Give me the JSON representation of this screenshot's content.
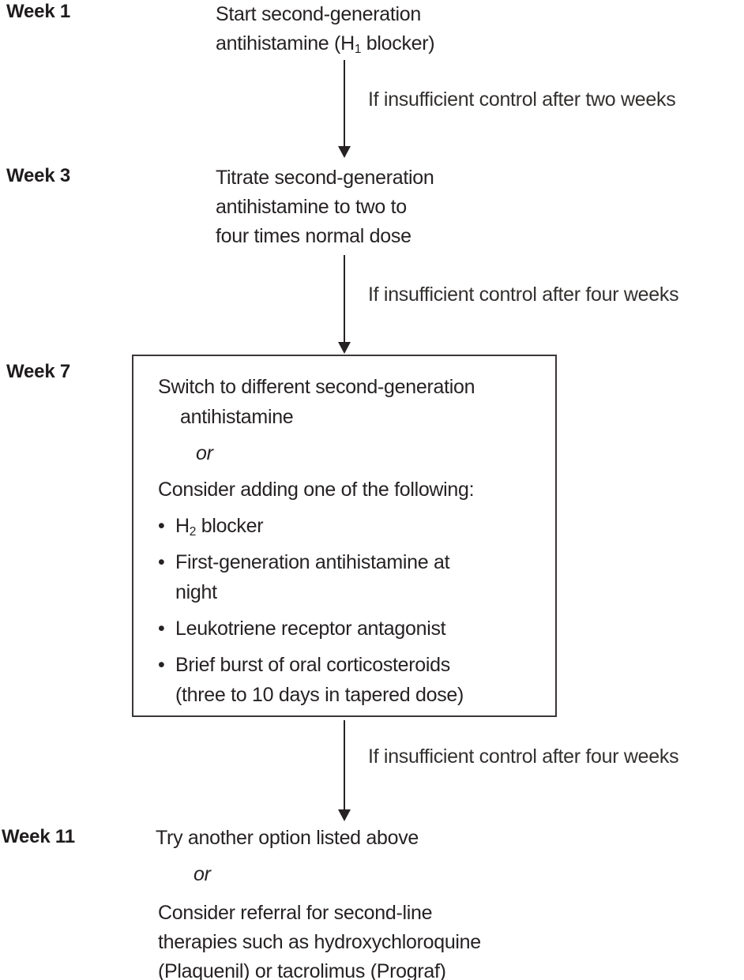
{
  "colors": {
    "background": "#ffffff",
    "text": "#262223",
    "box_border": "#3a3637"
  },
  "glyphs": {
    "bullet": "•"
  },
  "flowchart": {
    "week1": {
      "label": "Week 1",
      "line1": "Start second-generation",
      "line2_pre": "antihistamine (H",
      "line2_sub": "1",
      "line2_post": " blocker)"
    },
    "arrow1": {
      "label": "If insufficient control after two weeks"
    },
    "week3": {
      "label": "Week 3",
      "lines": [
        "Titrate second-generation",
        "antihistamine to two to",
        "four times normal dose"
      ]
    },
    "arrow2": {
      "label": "If insufficient control after four weeks"
    },
    "week7": {
      "label": "Week 7",
      "box": {
        "switch_line1": "Switch to different second-generation",
        "switch_line2": "antihistamine",
        "or": "or",
        "consider": "Consider adding one of the following:",
        "bullet1_pre": "H",
        "bullet1_sub": "2",
        "bullet1_post": " blocker",
        "bullet2_line1": "First-generation antihistamine at",
        "bullet2_line2": "night",
        "bullet3": "Leukotriene receptor antagonist",
        "bullet4_line1": "Brief burst of oral corticosteroids",
        "bullet4_line2": "(three to 10 days in tapered dose)"
      }
    },
    "arrow3": {
      "label": "If insufficient control after four weeks"
    },
    "week11": {
      "label": "Week 11",
      "line1": "Try another option listed above",
      "or": "or",
      "referral_lines": [
        "Consider referral for second-line",
        "therapies such as hydroxychloroquine",
        "(Plaquenil) or tacrolimus (Prograf)"
      ]
    }
  }
}
